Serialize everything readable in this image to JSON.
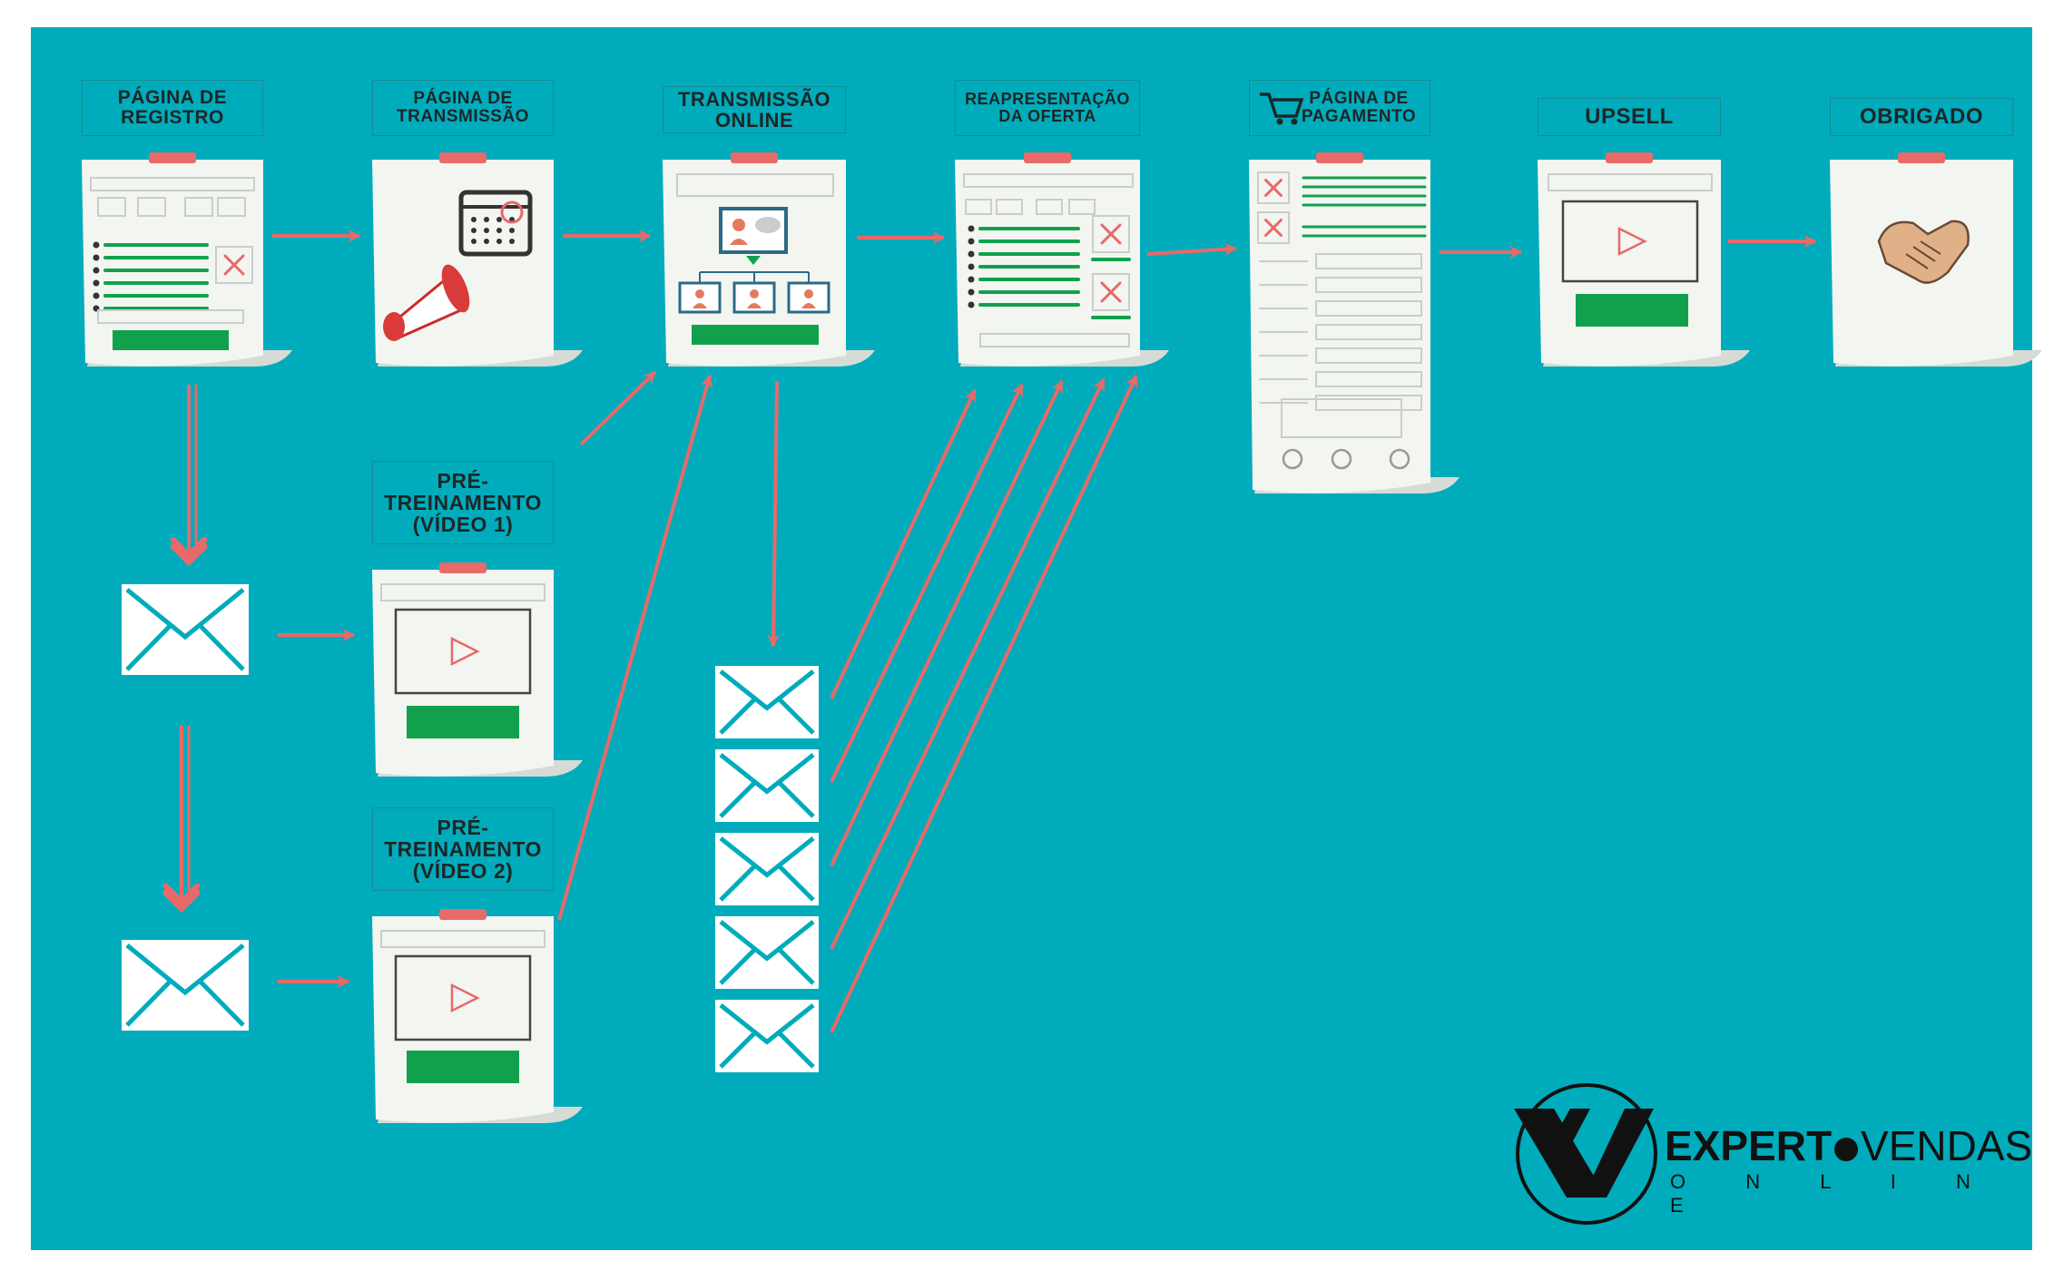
{
  "colors": {
    "background": "#00acbb",
    "page": "#f3f5f1",
    "page_shadow": "#d6dbd6",
    "arrow": "#e86969",
    "green": "#11a14c",
    "clip": "#e96a6a",
    "envelope": "#ffffff",
    "envelope_line": "#00acbb",
    "logo": "#111111"
  },
  "funnel_steps": [
    {
      "id": "registro",
      "label": "PÁGINA DE\nREGISTRO"
    },
    {
      "id": "transmissao-page",
      "label": "PÁGINA DE\nTRANSMISSÃO"
    },
    {
      "id": "transmissao-online",
      "label": "TRANSMISSÃO\nONLINE"
    },
    {
      "id": "reapresentacao",
      "label": "REAPRESENTAÇÃO\nDA OFERTA"
    },
    {
      "id": "pagamento",
      "label": "PÁGINA DE\nPAGAMENTO"
    },
    {
      "id": "upsell",
      "label": "UPSELL"
    },
    {
      "id": "obrigado",
      "label": "OBRIGADO"
    }
  ],
  "pre_training": [
    {
      "id": "video1",
      "label": "PRÉ-\nTREINAMENTO\n(VÍDEO 1)"
    },
    {
      "id": "video2",
      "label": "PRÉ-\nTREINAMENTO\n(VÍDEO 2)"
    }
  ],
  "icons": {
    "envelope": "envelope-icon",
    "calendar": "calendar-icon",
    "megaphone": "megaphone-icon",
    "webinar": "webinar-presenter-icon",
    "cart": "cart-icon",
    "play": "play-icon",
    "handshake": "handshake-icon",
    "checkbox_x": "checkbox-x-icon"
  },
  "logo": {
    "brand_left": "EXPERT",
    "brand_right": "VENDAS",
    "subline": "O N L I N E"
  }
}
